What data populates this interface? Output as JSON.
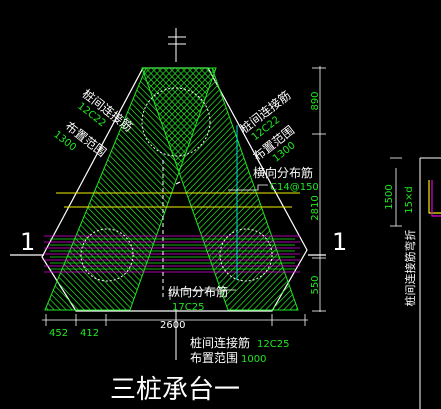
{
  "title": "三桩承台一",
  "section_mark": "1",
  "labels": {
    "left_rebar": "桩间连接筋",
    "left_rebar_spec": "12C22",
    "left_range": "布置范围",
    "left_range_value": "1300",
    "right_rebar": "桩间连接筋",
    "right_rebar_spec": "12C22",
    "right_range": "布置范围",
    "right_range_value": "1300",
    "transverse": "横向分布筋",
    "transverse_spec": "C14@150",
    "longitudinal": "纵向分布筋",
    "longitudinal_spec": "17C25",
    "bottom_rebar": "桩间连接筋",
    "bottom_rebar_spec": "12C25",
    "bottom_range": "布置范围",
    "bottom_range_value": "1000"
  },
  "dimensions": {
    "right_top": "890",
    "right_mid": "2810",
    "right_bottom": "550",
    "bottom_a": "452",
    "bottom_b": "412",
    "bottom_total": "2600",
    "side_1500": "1500",
    "side_15d": "15×d"
  },
  "side_label": "桩间连接筋弯折",
  "colors": {
    "background": "#000000",
    "outline": "#ffffff",
    "rebar_green": "#22e622",
    "yellow": "#f0f000",
    "magenta": "#e000e0",
    "cyan": "#00d8d8"
  }
}
